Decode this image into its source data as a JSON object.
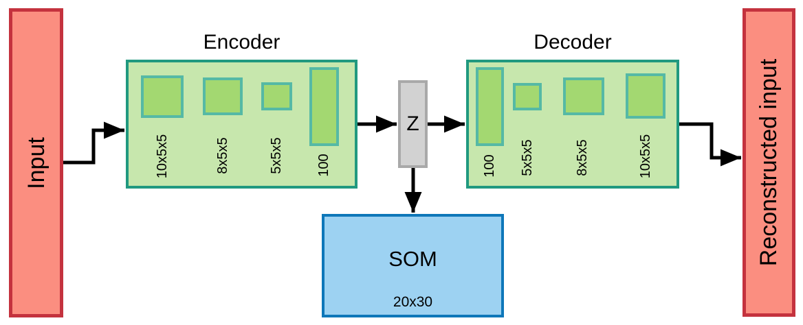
{
  "input": {
    "label": "Input"
  },
  "encoder": {
    "title": "Encoder",
    "layers": [
      "10x5x5",
      "8x5x5",
      "5x5x5",
      "100"
    ]
  },
  "latent": {
    "label": "Z"
  },
  "decoder": {
    "title": "Decoder",
    "layers": [
      "100",
      "5x5x5",
      "8x5x5",
      "10x5x5"
    ]
  },
  "som": {
    "label": "SOM",
    "grid": "20x30"
  },
  "output": {
    "label": "Reconstructed input"
  },
  "edges": [
    {
      "from": "input",
      "to": "encoder"
    },
    {
      "from": "encoder",
      "to": "latent-z"
    },
    {
      "from": "latent-z",
      "to": "decoder"
    },
    {
      "from": "latent-z",
      "to": "som"
    },
    {
      "from": "decoder",
      "to": "reconstructed-input"
    }
  ],
  "colors": {
    "io_fill": "#fb8e80",
    "io_border": "#c4323e",
    "group_fill": "#c7e7ad",
    "group_border": "#21997f",
    "layer_fill": "#a3d871",
    "layer_border": "#55b9a5",
    "latent_fill": "#d2d2d2",
    "latent_border": "#a9a9a9",
    "som_fill": "#9dd2f2",
    "som_border": "#0e77b9",
    "arrow": "#000000"
  }
}
